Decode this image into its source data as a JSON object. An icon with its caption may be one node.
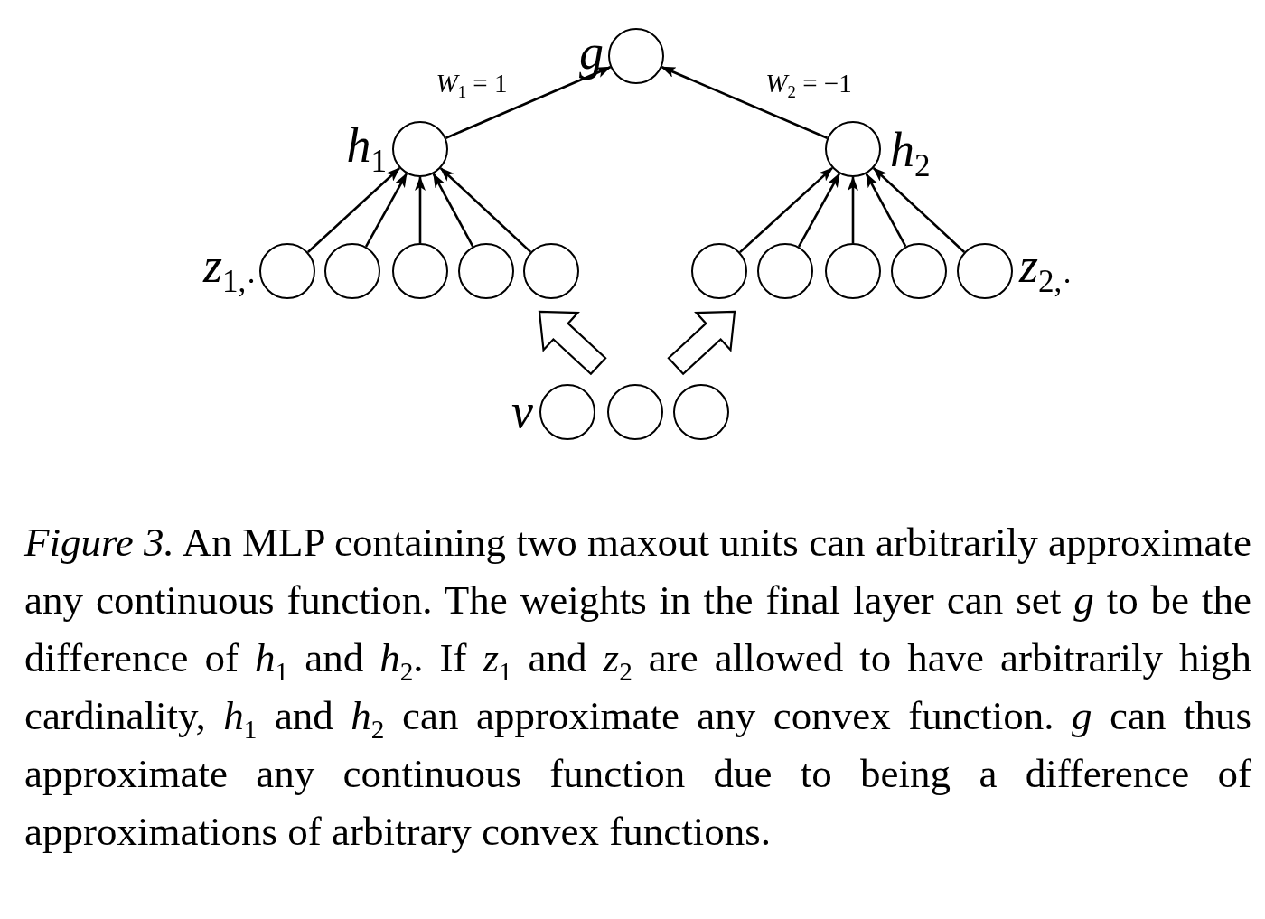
{
  "diagram": {
    "caption": "*Figure 3.* An MLP containing two maxout units can arbitrarily approximate any continuous function. The weights in the final layer can set *g* to be the difference of *h*$_{1}$ and *h*$_{2}$. If *z*$_{1}$ and *z*$_{2}$ are allowed to have arbitrarily high cardinality, *h*$_{1}$ and *h*$_{2}$ can approximate any convex function. *g* can thus approximate any continuous function due to being a difference of approximations of arbitrary convex functions.",
    "nodes": [
      {
        "text": [],
        "shape": "circle",
        "beside": [
          "g"
        ]
      },
      {
        "text": [],
        "shape": "circle",
        "beside": [
          "h$_{1}$"
        ]
      },
      {
        "text": [],
        "shape": "circle",
        "beside": [
          "h$_{2}$"
        ]
      },
      {
        "text": [],
        "shape": "circle",
        "beside": [
          "z$_{1,·}$"
        ]
      },
      {
        "text": [],
        "shape": "circle"
      },
      {
        "text": [],
        "shape": "circle"
      },
      {
        "text": [],
        "shape": "circle"
      },
      {
        "text": [],
        "shape": "circle"
      },
      {
        "text": [],
        "shape": "circle"
      },
      {
        "text": [],
        "shape": "circle"
      },
      {
        "text": [],
        "shape": "circle"
      },
      {
        "text": [],
        "shape": "circle"
      },
      {
        "text": [],
        "shape": "circle",
        "beside": [
          "z$_{2,·}$"
        ]
      },
      {
        "text": [],
        "shape": "circle",
        "beside": [
          "v"
        ]
      },
      {
        "text": [],
        "shape": "circle"
      },
      {
        "text": [],
        "shape": "circle"
      }
    ],
    "edges": [
      {
        "from": 1,
        "to": 0,
        "arrow": "to",
        "label": "*W*$_{1}$ = 1"
      },
      {
        "from": 2,
        "to": 0,
        "arrow": "to",
        "label": "*W*$_{2}$ = −1"
      },
      {
        "from": 3,
        "to": 1,
        "arrow": "to"
      },
      {
        "from": 4,
        "to": 1,
        "arrow": "to"
      },
      {
        "from": 5,
        "to": 1,
        "arrow": "to"
      },
      {
        "from": 6,
        "to": 1,
        "arrow": "to"
      },
      {
        "from": 7,
        "to": 1,
        "arrow": "to"
      },
      {
        "from": 8,
        "to": 2,
        "arrow": "to"
      },
      {
        "from": 9,
        "to": 2,
        "arrow": "to"
      },
      {
        "from": 10,
        "to": 2,
        "arrow": "to"
      },
      {
        "from": 11,
        "to": 2,
        "arrow": "to"
      },
      {
        "from": 12,
        "to": 2,
        "arrow": "to"
      },
      {
        "from": 13,
        "to": 7,
        "arrow": "to",
        "style": "thick"
      },
      {
        "from": 15,
        "to": 8,
        "arrow": "to",
        "style": "thick"
      }
    ]
  }
}
